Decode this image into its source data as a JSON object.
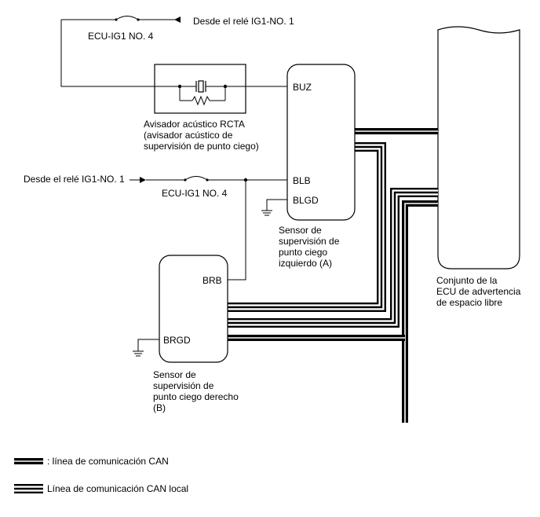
{
  "labels": {
    "from_relay_top": "Desde el relé IG1-NO. 1",
    "fuse_top": "ECU-IG1 NO. 4",
    "from_relay_mid": "Desde el relé IG1-NO. 1",
    "fuse_mid": "ECU-IG1 NO. 4",
    "buzzer_line1": "Avisador acústico RCTA",
    "buzzer_line2": "(avisador acústico de",
    "buzzer_line3": "supervisión de punto ciego)",
    "left_sensor_line1": "Sensor de",
    "left_sensor_line2": "supervisión de",
    "left_sensor_line3": "punto ciego",
    "left_sensor_line4": "izquierdo (A)",
    "right_sensor_line1": "Sensor de",
    "right_sensor_line2": "supervisión de",
    "right_sensor_line3": "punto ciego derecho",
    "right_sensor_line4": "(B)",
    "ecu_line1": "Conjunto de la",
    "ecu_line2": "ECU de advertencia",
    "ecu_line3": "de espacio libre"
  },
  "pins": {
    "buz": "BUZ",
    "blb": "BLB",
    "blgd": "BLGD",
    "brb": "BRB",
    "brgd": "BRGD"
  },
  "legend": {
    "can": ": línea de comunicación CAN",
    "local_can": "Línea de comunicación CAN local"
  }
}
